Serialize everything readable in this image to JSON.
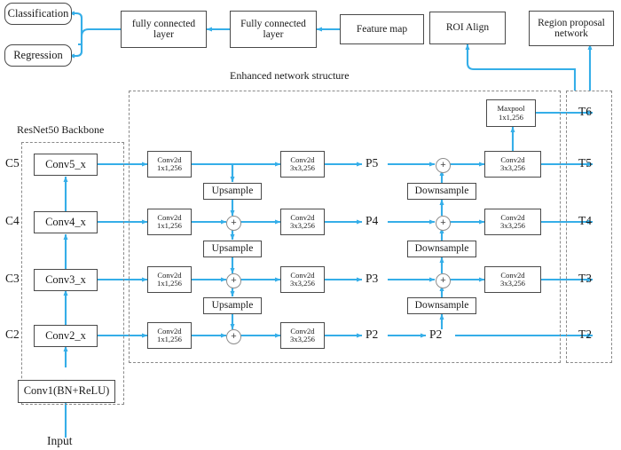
{
  "diagram": {
    "title": "Enhanced network structure",
    "accent_color": "#35AEE8",
    "box_border_color": "#4a4a4a",
    "dashed_color": "#8a8a8a"
  },
  "groups": {
    "enhanced_label": "Enhanced network structure",
    "backbone_label": "ResNet50 Backbone"
  },
  "head": {
    "classification": "Classification",
    "regression": "Regression",
    "fc1": "fully connected layer",
    "fc2": "Fully connected layer",
    "feature_map": "Feature map",
    "roi_align": "ROI Align",
    "rpn": "Region proposal network"
  },
  "backbone": {
    "stage_labels": [
      "C5",
      "C4",
      "C3",
      "C2"
    ],
    "blocks": [
      "Conv5_x",
      "Conv4_x",
      "Conv3_x",
      "Conv2_x"
    ],
    "stem": "Conv1(BN+ReLU)",
    "input": "Input"
  },
  "lateral": {
    "title": "Conv2d",
    "spec": "1x1,256",
    "count": 4
  },
  "upsample": {
    "label": "Upsample",
    "count": 3
  },
  "smooth": {
    "title": "Conv2d",
    "spec": "3x3,256",
    "count": 4
  },
  "pyramid": {
    "labels": [
      "P5",
      "P4",
      "P3",
      "P2"
    ],
    "p2_passthrough": "P2"
  },
  "downsample": {
    "label": "Downsample",
    "count": 3
  },
  "out_conv": {
    "title": "Conv2d",
    "spec": "3x3,256",
    "count": 3
  },
  "maxpool": {
    "title": "Maxpool",
    "spec": "1x1,256"
  },
  "outputs": {
    "labels": [
      "T6",
      "T5",
      "T4",
      "T3",
      "T2"
    ]
  }
}
